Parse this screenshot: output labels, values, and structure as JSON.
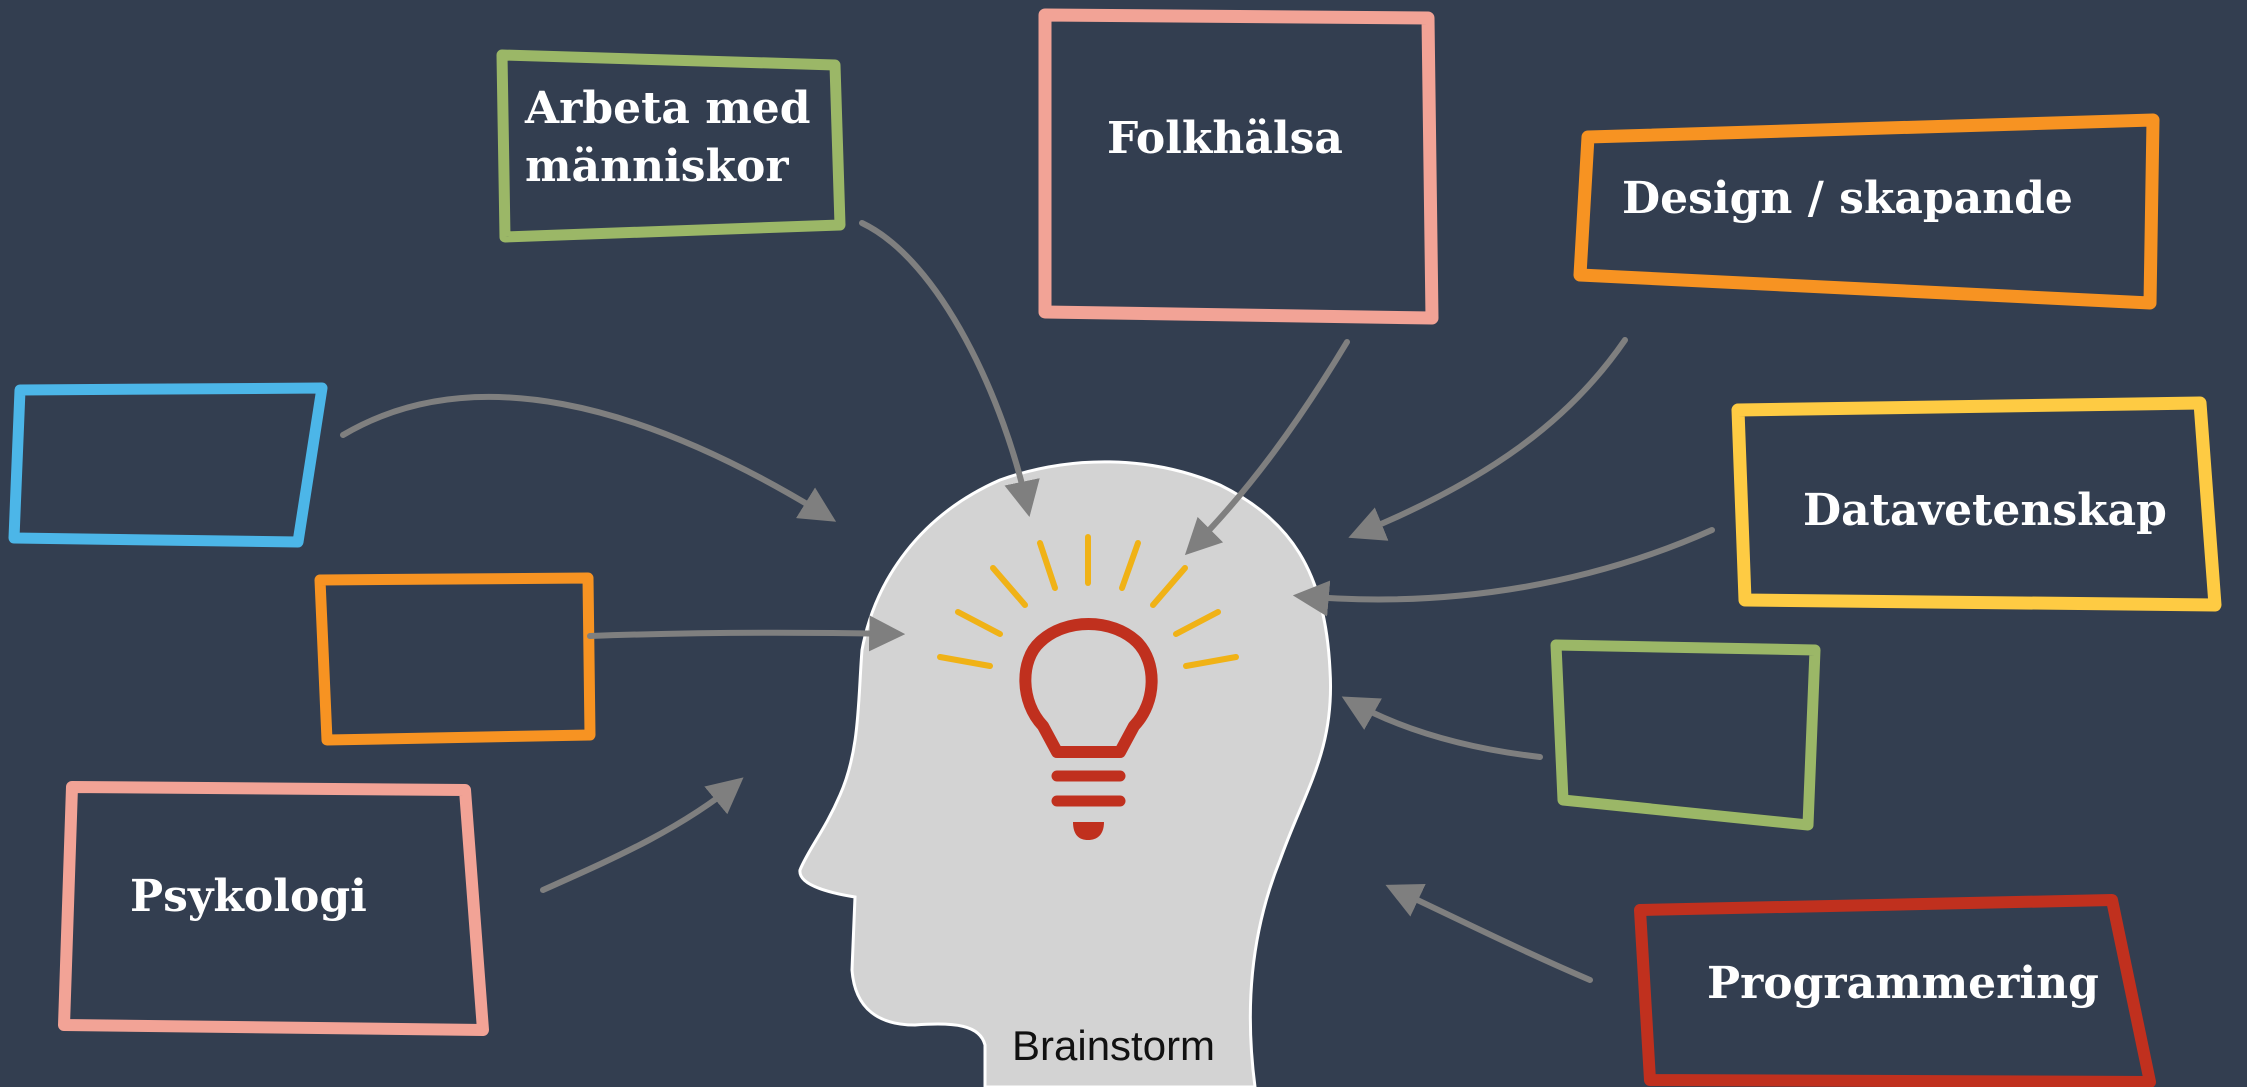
{
  "center": {
    "caption": "Brainstorm",
    "head_color": "#d3d3d3",
    "bulb_color": "#c0301e",
    "ray_color": "#f0b216"
  },
  "arrow_color": "#7f7f7f",
  "background_color": "#333e50",
  "boxes": [
    {
      "id": "arbeta",
      "lines": [
        "Arbeta med",
        "människor"
      ],
      "color": "#9bb767"
    },
    {
      "id": "folkhalsa",
      "lines": [
        "Folkhälsa"
      ],
      "color": "#f2a396"
    },
    {
      "id": "design",
      "lines": [
        "Design / skapande"
      ],
      "color": "#f79322"
    },
    {
      "id": "blue-empty",
      "lines": [],
      "color": "#4cb6e8"
    },
    {
      "id": "orange-empty",
      "lines": [],
      "color": "#f79322"
    },
    {
      "id": "datavetenskap",
      "lines": [
        "Datavetenskap"
      ],
      "color": "#fecb43"
    },
    {
      "id": "green-empty",
      "lines": [],
      "color": "#9bb767"
    },
    {
      "id": "psykologi",
      "lines": [
        "Psykologi"
      ],
      "color": "#f2a396"
    },
    {
      "id": "programmering",
      "lines": [
        "Programmering"
      ],
      "color": "#c0301e"
    }
  ]
}
